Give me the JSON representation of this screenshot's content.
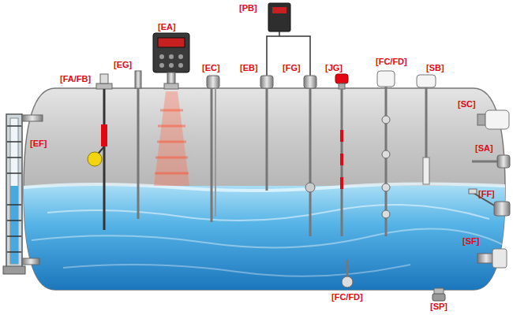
{
  "diagram": {
    "labels": [
      "[PB]",
      "[EA]",
      "[FC/FD]",
      "[EG]",
      "[EC]",
      "[EB]",
      "[FG]",
      "[JG]",
      "[SB]",
      "[FA/FB]",
      "[SC]",
      "[EF]",
      "[SA]",
      "[FF]",
      "[SF]",
      "[FC/FD]",
      "[SP]"
    ]
  }
}
